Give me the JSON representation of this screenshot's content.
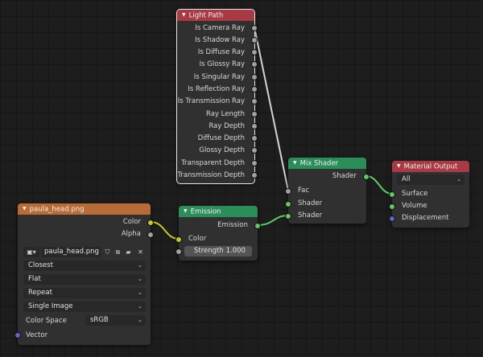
{
  "nodes": {
    "light_path": {
      "title": "Light Path",
      "outputs": [
        "Is Camera Ray",
        "Is Shadow Ray",
        "Is Diffuse Ray",
        "Is Glossy Ray",
        "Is Singular Ray",
        "Is Reflection Ray",
        "Is Transmission Ray",
        "Ray Length",
        "Ray Depth",
        "Diffuse Depth",
        "Glossy Depth",
        "Transparent Depth",
        "Transmission Depth"
      ]
    },
    "image_texture": {
      "title": "paula_head.png",
      "outputs": [
        "Color",
        "Alpha"
      ],
      "image_name": "paula_head.png",
      "interpolation": "Closest",
      "projection": "Flat",
      "extension": "Repeat",
      "source": "Single Image",
      "color_space_label": "Color Space",
      "color_space": "sRGB",
      "input_vector": "Vector"
    },
    "emission": {
      "title": "Emission",
      "output": "Emission",
      "input_color": "Color",
      "strength_label": "Strength",
      "strength_value": "1.000"
    },
    "mix_shader": {
      "title": "Mix Shader",
      "output": "Shader",
      "inputs": [
        "Fac",
        "Shader",
        "Shader"
      ]
    },
    "material_output": {
      "title": "Material Output",
      "target": "All",
      "inputs": [
        "Surface",
        "Volume",
        "Displacement"
      ]
    }
  },
  "colors": {
    "header_input": "#a83a43",
    "header_shader": "#2b8d5a",
    "header_texture": "#b86c35",
    "socket_float": "#a1a1a1",
    "socket_color": "#c7c729",
    "socket_shader": "#63c763",
    "socket_vector": "#6363c7"
  }
}
